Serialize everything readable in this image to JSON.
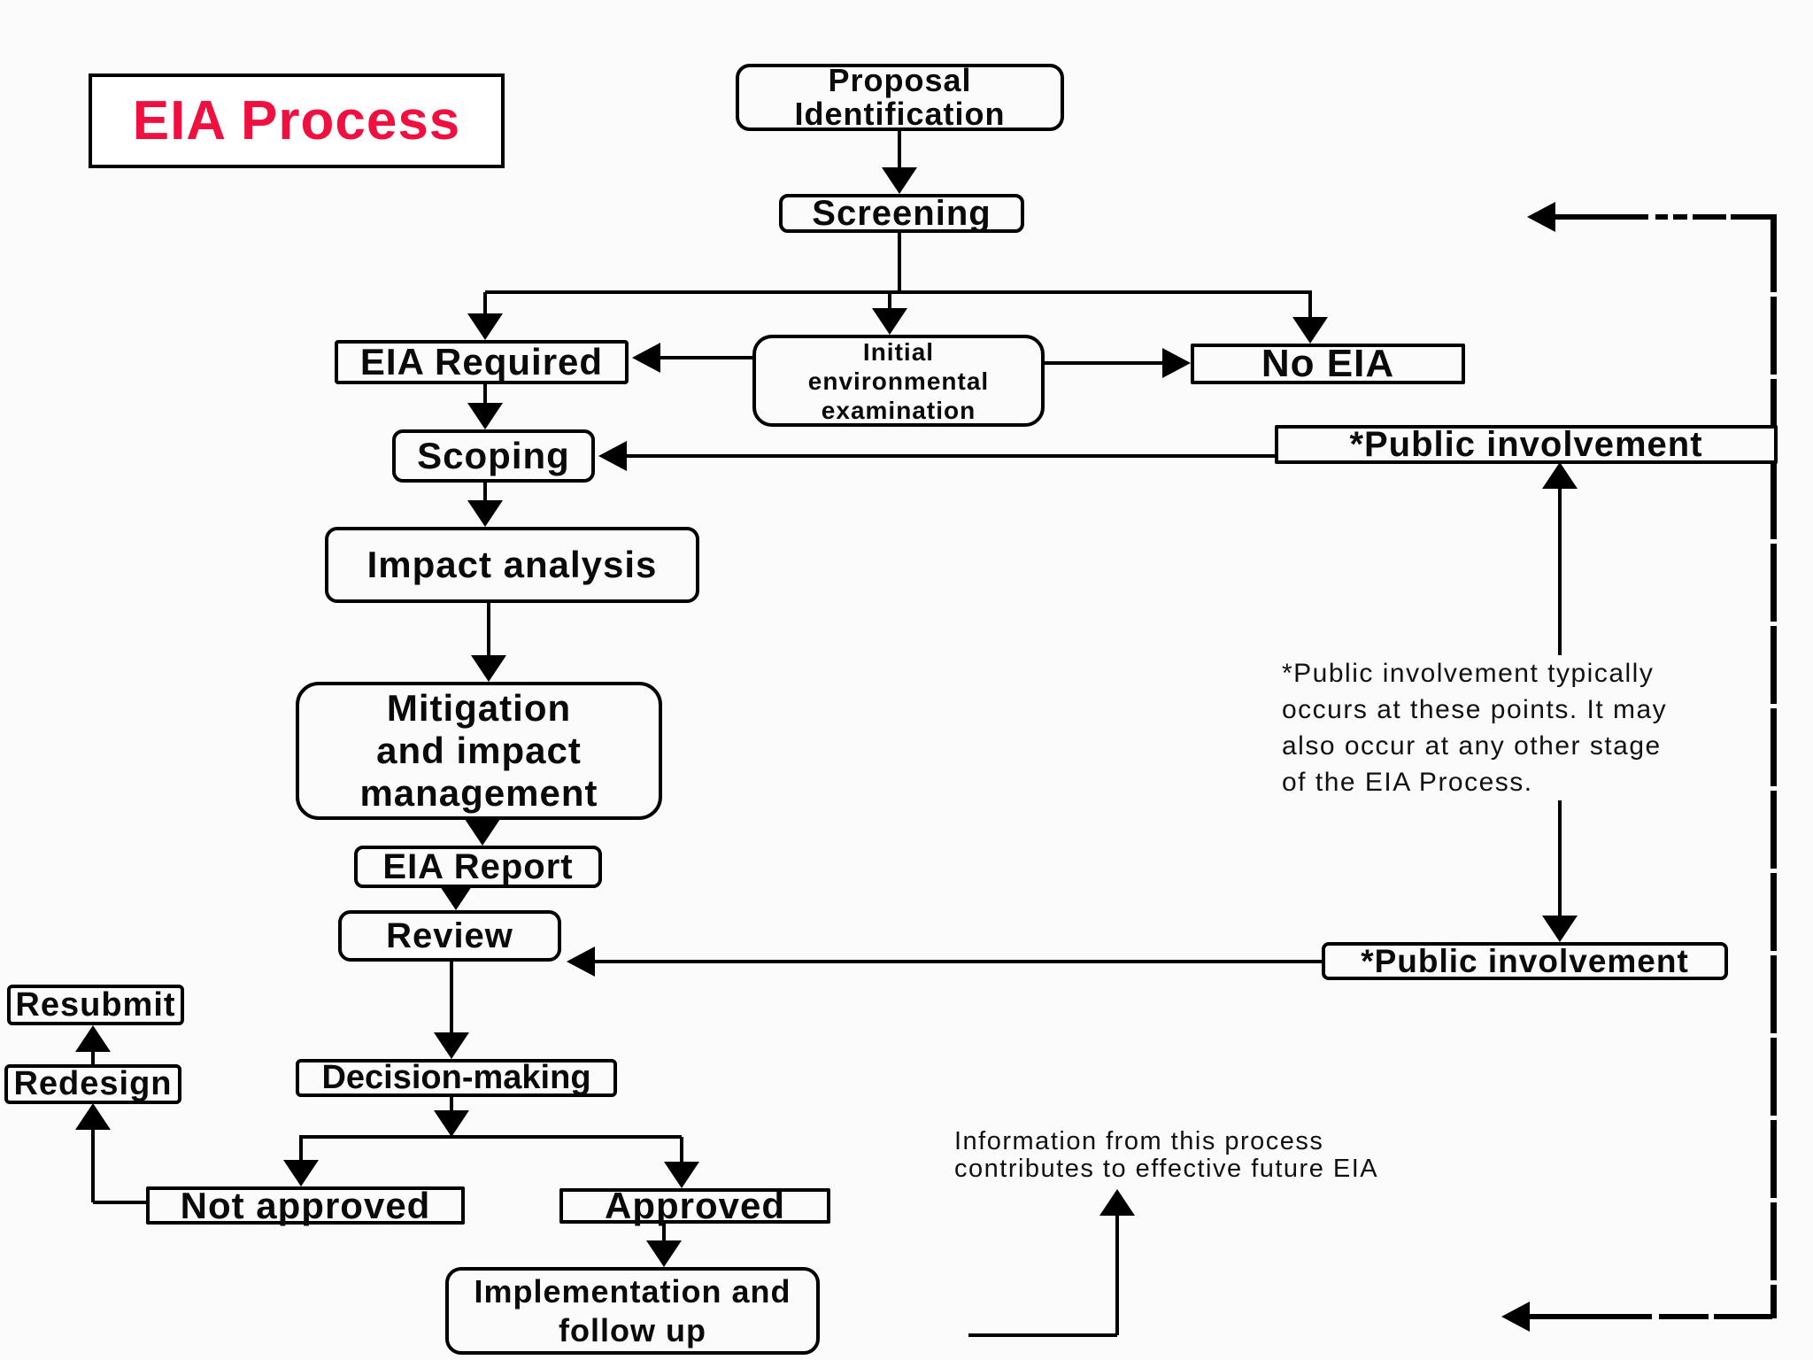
{
  "title": {
    "label": "EIA Process"
  },
  "nodes": {
    "proposal": "Proposal\nIdentification",
    "screening": "Screening",
    "eia_required": "EIA Required",
    "initial_examination": "Initial\nenvironmental\nexamination",
    "no_eia": "No EIA",
    "public_involvement_top": "*Public involvement",
    "public_involvement_bottom": "*Public involvement",
    "scoping": "Scoping",
    "impact_analysis": "Impact analysis",
    "mitigation": "Mitigation\nand impact\nmanagement",
    "eia_report": "EIA Report",
    "review": "Review",
    "resubmit": "Resubmit",
    "redesign": "Redesign",
    "decision_making": "Decision-making",
    "not_approved": "Not approved",
    "approved": "Approved",
    "implementation": "Implementation and\nfollow up"
  },
  "notes": {
    "public_involvement_note": "*Public involvement typically\noccurs at these points. It may\nalso occur at any other stage\nof the EIA Process.",
    "future_eia_note": "Information from this process\ncontributes to effective future EIA"
  },
  "colors": {
    "title_red": "#ef1040",
    "line_black": "#000000",
    "background": "#fbfbfb"
  }
}
